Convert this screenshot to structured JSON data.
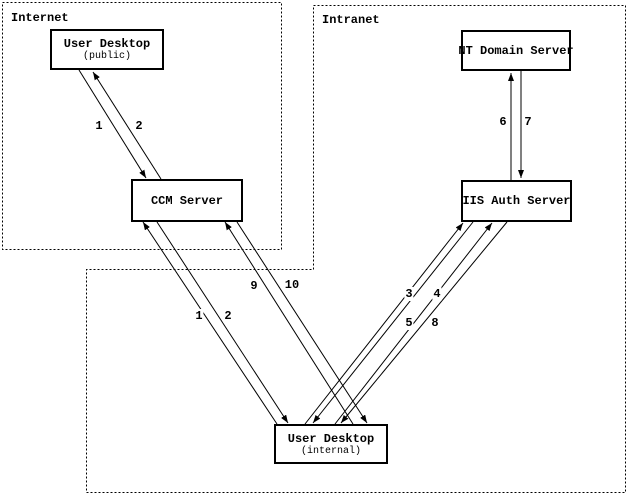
{
  "diagram": {
    "zones": {
      "internet": {
        "label": "Internet"
      },
      "intranet": {
        "label": "Intranet"
      }
    },
    "nodes": {
      "user_desktop_public": {
        "title": "User Desktop",
        "subtitle": "(public)"
      },
      "ccm_server": {
        "title": "CCM Server"
      },
      "nt_domain_server": {
        "title": "NT Domain Server"
      },
      "iis_auth_server": {
        "title": "IIS Auth Server"
      },
      "user_desktop_internal": {
        "title": "User Desktop",
        "subtitle": "(internal)"
      }
    },
    "arrow_labels": {
      "step1_public": "1",
      "step2_public": "2",
      "step1_internal": "1",
      "step2_internal": "2",
      "step3": "3",
      "step4": "4",
      "step5": "5",
      "step6": "6",
      "step7": "7",
      "step8": "8",
      "step9": "9",
      "step10": "10"
    },
    "colors": {
      "foreground": "#000000",
      "background": "#ffffff"
    }
  }
}
